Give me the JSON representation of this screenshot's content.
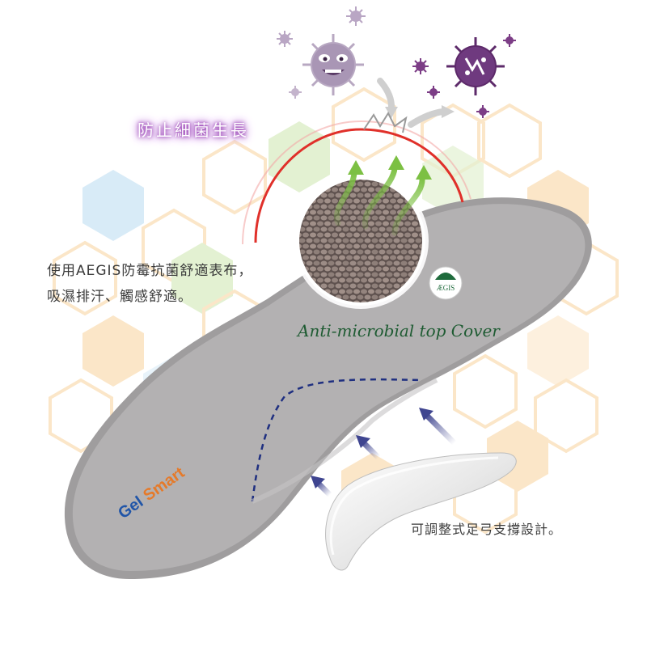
{
  "headline": "防止細菌生長",
  "features": {
    "line1": "使用AEGIS防霉抗菌舒適表布，",
    "line2": "吸濕排汗、觸感舒適。"
  },
  "cover_caption": "Anti-microbial top Cover",
  "aegis_badge": "ÆGIS",
  "arch_caption": "可調整式足弓支撐設計。",
  "brand": {
    "gel": "Gel",
    "smart": "Smart"
  },
  "colors": {
    "insole": "#b3b1b2",
    "hexagon_orange": "#fbe6c8",
    "hexagon_blue": "#d8ebf7",
    "hexagon_green": "#e3f1d2",
    "germ_purple": "#7c3d86",
    "fabric_brown": "#7d6e6a",
    "arrow_green": "#7cc043",
    "arch_outline": "#1f2f80",
    "brand_blue": "#2055a8",
    "brand_orange": "#e57a2a"
  }
}
